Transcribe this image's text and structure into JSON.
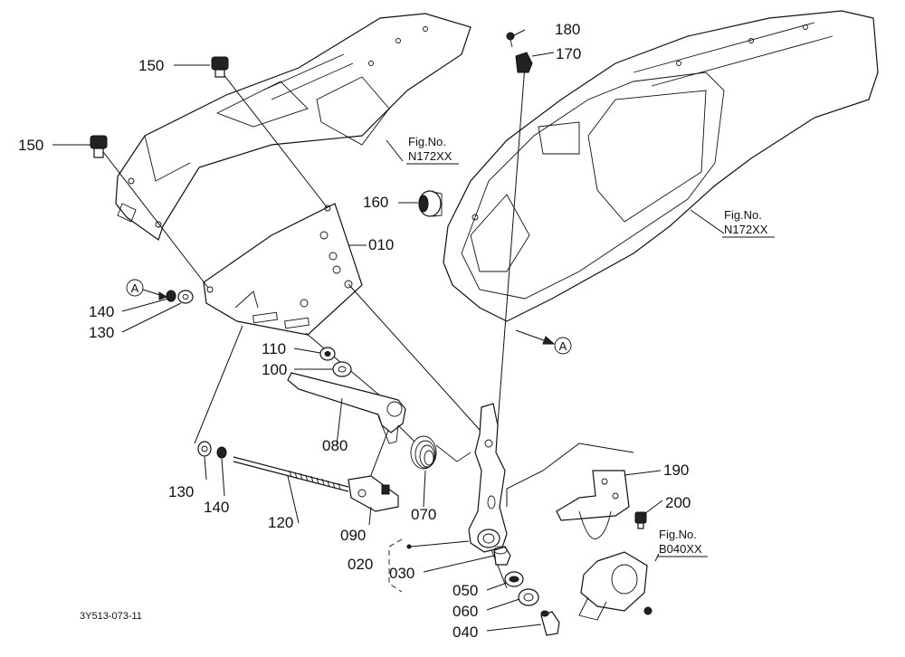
{
  "drawing_code": "3Y513-073-11",
  "callouts": {
    "p010": "010",
    "p020": "020",
    "p030": "030",
    "p040": "040",
    "p050": "050",
    "p060": "060",
    "p070": "070",
    "p080": "080",
    "p090": "090",
    "p100": "100",
    "p110": "110",
    "p120": "120",
    "p130a": "130",
    "p130b": "130",
    "p140a": "140",
    "p140b": "140",
    "p150a": "150",
    "p150b": "150",
    "p160": "160",
    "p170": "170",
    "p180": "180",
    "p190": "190",
    "p200": "200"
  },
  "references": {
    "fig_label": "Fig.No.",
    "ref1": "N172XX",
    "ref2": "N172XX",
    "ref3": "B040XX",
    "marker": "A"
  }
}
